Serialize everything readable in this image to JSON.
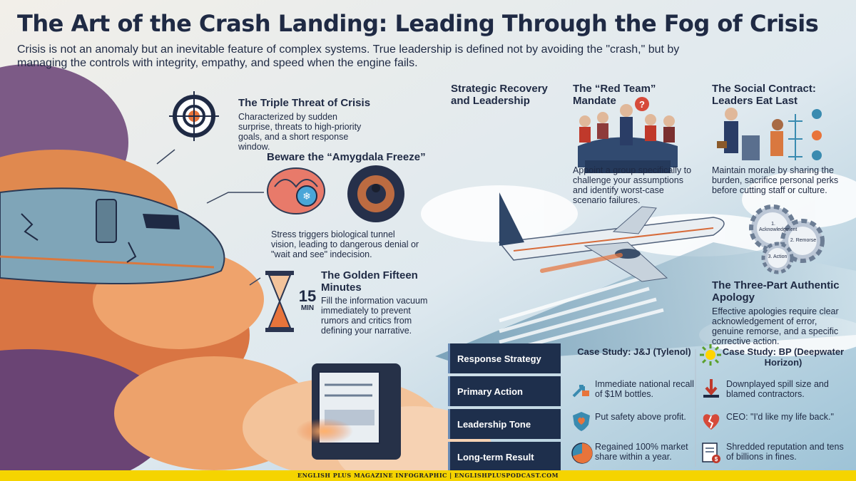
{
  "header": {
    "title": "The Art of the Crash Landing: Leading Through the Fog of Crisis",
    "subtitle": "Crisis is not an anomaly but an inevitable feature of complex systems. True leadership is defined not by avoiding the \"crash,\" but by managing the controls with integrity, empathy, and speed when the engine fails."
  },
  "left": {
    "triple_threat": {
      "title": "The Triple Threat of Crisis",
      "body": "Characterized by sudden surprise, threats to high-priority goals, and a short response window."
    },
    "amygdala": {
      "title": "Beware the “Amygdala Freeze”",
      "body": "Stress triggers biological tunnel vision, leading to dangerous denial or \"wait and see\" indecision."
    },
    "golden": {
      "title": "The Golden Fifteen Minutes",
      "body": "Fill the information vacuum immediately to prevent rumors and critics from defining your narrative.",
      "timer_number": "15",
      "timer_unit": "MIN"
    }
  },
  "right": {
    "strategic": {
      "title": "Strategic Recovery and Leadership"
    },
    "red_team": {
      "title": "The “Red Team” Mandate",
      "body": "Appoint a group specifically to challenge your assumptions and identify worst-case scenario failures."
    },
    "social": {
      "title": "The Social Contract: Leaders Eat Last",
      "body": "Maintain morale by sharing the burden, sacrifice personal perks before cutting staff or culture."
    },
    "gears": [
      {
        "label": "1. Acknowledgment"
      },
      {
        "label": "2. Remorse"
      },
      {
        "label": "3. Action"
      }
    ],
    "apology": {
      "title": "The Three-Part Authentic Apology",
      "body": "Effective apologies require clear acknowledgement of error, genuine remorse, and a specific corrective action."
    }
  },
  "table": {
    "header_label": "Response Strategy",
    "col1": "Case Study: J&J (Tylenol)",
    "col2": "Case Study: BP (Deepwater Horizon)",
    "rows": [
      {
        "label": "Primary Action",
        "jj": "Immediate national recall of $1M bottles.",
        "bp": "Downplayed spill size and blamed contractors."
      },
      {
        "label": "Leadership Tone",
        "jj": "Put safety above profit.",
        "bp": "CEO: \"I'd like my life back.\""
      },
      {
        "label": "Long-term Result",
        "jj": "Regained 100% market share within a year.",
        "bp": "Shredded reputation and tens of billions in fines."
      }
    ]
  },
  "footer": {
    "text": "ENGLISH PLUS MAGAZINE INFOGRAPHIC | ENGLISHPLUSPODCAST.COM"
  },
  "colors": {
    "navy": "#1e2f4c",
    "orange": "#e8743b",
    "sky": "#9fc3d8",
    "cloud_orange": "#e58a54",
    "cloud_purple": "#6e4a78",
    "bp_green": "#5aa02c",
    "bp_yellow": "#ffd400",
    "footer_yellow": "#f5d400"
  }
}
